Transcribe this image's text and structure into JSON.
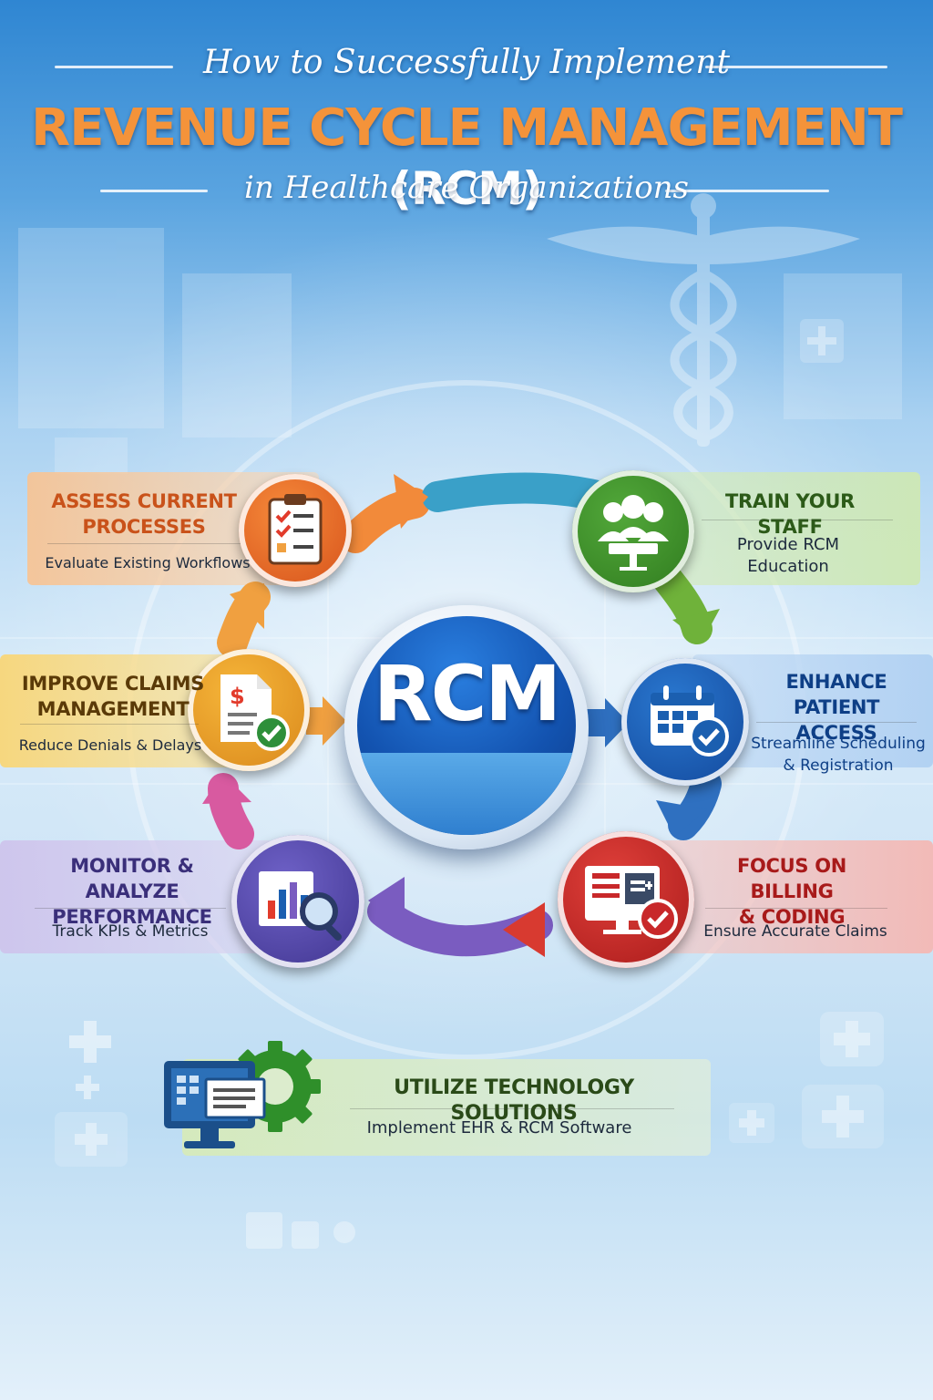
{
  "header": {
    "line1": "How to Successfully Implement",
    "line2_main": "REVENUE CYCLE MANAGEMENT",
    "line2_acronym": "(RCM)",
    "line3": "in Healthcare Organizations"
  },
  "center": {
    "label": "RCM"
  },
  "steps": [
    {
      "title_lines": [
        "ASSESS CURRENT",
        "PROCESSES"
      ],
      "desc_lines": [
        "Evaluate Existing Workflows"
      ],
      "color": "#e8641e",
      "icon": "clipboard-checklist-icon"
    },
    {
      "title_lines": [
        "TRAIN YOUR STAFF"
      ],
      "desc_lines": [
        "Provide RCM",
        "Education"
      ],
      "color": "#3f8f2a",
      "icon": "staff-group-icon"
    },
    {
      "title_lines": [
        "ENHANCE PATIENT",
        "ACCESS"
      ],
      "desc_lines": [
        "Streamline Scheduling",
        "& Registration"
      ],
      "color": "#1b5fb0",
      "icon": "calendar-check-icon"
    },
    {
      "title_lines": [
        "FOCUS ON BILLING",
        "& CODING"
      ],
      "desc_lines": [
        "Ensure Accurate Claims"
      ],
      "color": "#c8282a",
      "icon": "billing-monitor-icon"
    },
    {
      "title_lines": [
        "MONITOR & ANALYZE",
        "PERFORMANCE"
      ],
      "desc_lines": [
        "Track KPIs & Metrics"
      ],
      "color": "#5a4fb0",
      "icon": "chart-magnifier-icon"
    },
    {
      "title_lines": [
        "IMPROVE CLAIMS",
        "MANAGEMENT"
      ],
      "desc_lines": [
        "Reduce Denials & Delays"
      ],
      "color": "#e8a21e",
      "icon": "dollar-document-check-icon"
    },
    {
      "title_lines": [
        "UTILIZE TECHNOLOGY SOLUTIONS"
      ],
      "desc_lines": [
        "Implement EHR & RCM Software"
      ],
      "color": "#1b5fb0",
      "icon": "computer-gear-icon"
    }
  ]
}
